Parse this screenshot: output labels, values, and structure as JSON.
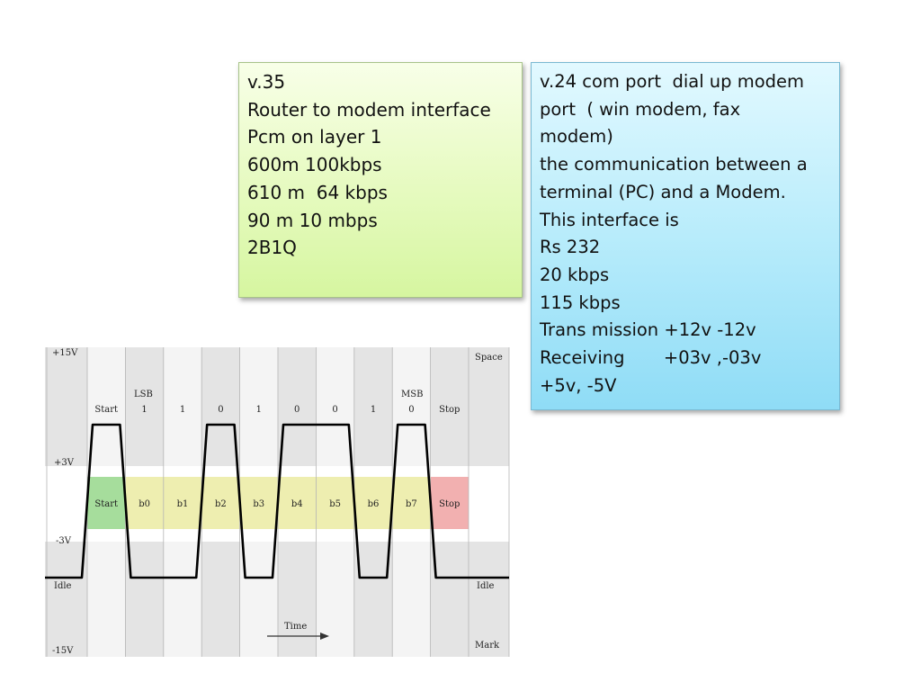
{
  "notes": {
    "v35": {
      "lines": [
        "v.35",
        "Router to modem interface",
        "Pcm on layer 1",
        "600m 100kbps",
        "610 m  64 kbps",
        "90 m 10 mbps",
        "2B1Q"
      ]
    },
    "v24": {
      "lines": [
        "v.24 com port  dial up modem",
        "port  ( win modem, fax",
        "modem)",
        "the communication between a",
        "terminal (PC) and a Modem.",
        "This interface is",
        "Rs 232",
        "20 kbps",
        "115 kbps",
        "Trans mission +12v -12v",
        "Receiving       +03v ,-03v",
        "+5v, -5V"
      ]
    }
  },
  "diagram": {
    "voltage_labels": {
      "plus15": "+15V",
      "plus3": "+3V",
      "minus3": "-3V",
      "idle_left": "Idle",
      "minus15": "-15V",
      "space": "Space",
      "idle_right": "Idle",
      "mark": "Mark"
    },
    "bit_header": {
      "lsb": "LSB",
      "msb": "MSB",
      "labels": [
        "Start",
        "1",
        "1",
        "0",
        "1",
        "0",
        "0",
        "1",
        "0",
        "Stop"
      ]
    },
    "band_labels": [
      "Start",
      "b0",
      "b1",
      "b2",
      "b3",
      "b4",
      "b5",
      "b6",
      "b7",
      "Stop"
    ],
    "time_label": "Time",
    "levels": [
      "high",
      "low",
      "low",
      "high",
      "low",
      "high",
      "high",
      "low",
      "high",
      "low"
    ],
    "colors": {
      "start_band": "#a6dd9c",
      "data_band": "#eeeeb0",
      "stop_band": "#f2b0b0",
      "grey_stripe": "#e4e4e4",
      "light_stripe": "#f4f4f4",
      "signal": "#000000"
    }
  }
}
